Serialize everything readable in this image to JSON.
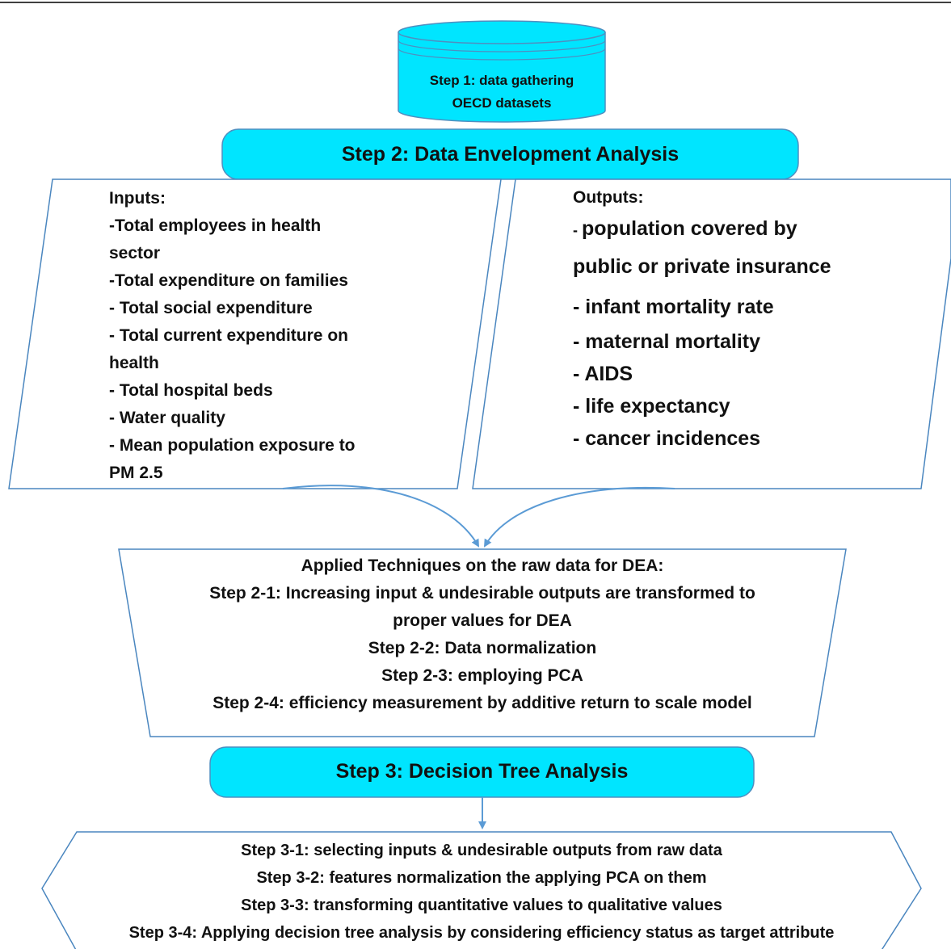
{
  "step1": {
    "line1": "Step 1: data gathering",
    "line2": "OECD datasets"
  },
  "step2": {
    "title": "Step 2: Data Envelopment Analysis"
  },
  "inputs": {
    "heading": "Inputs:",
    "lines": [
      "-Total employees in health",
      "sector",
      "-Total expenditure on families",
      "- Total social expenditure",
      "- Total current expenditure on",
      "health",
      "- Total hospital beds",
      "- Water quality",
      "-  Mean population exposure to",
      "PM 2.5"
    ]
  },
  "outputs": {
    "heading": "Outputs:",
    "prefix": "- ",
    "lines": [
      "population covered by",
      "public or private insurance",
      "- infant mortality rate",
      "- maternal mortality",
      "- AIDS",
      "-  life expectancy",
      "- cancer incidences"
    ]
  },
  "techniques": {
    "lines": [
      "Applied Techniques on the raw data for DEA:",
      "Step 2-1: Increasing input & undesirable outputs are transformed to",
      "proper values for DEA",
      "Step 2-2: Data normalization",
      "Step 2-3: employing PCA",
      "Step 2-4: efficiency measurement by additive return to scale model"
    ]
  },
  "step3": {
    "title": "Step 3: Decision Tree Analysis"
  },
  "step3_details": {
    "lines": [
      "Step 3-1: selecting inputs & undesirable outputs from raw data",
      "Step 3-2: features normalization the applying PCA on them",
      "Step 3-3: transforming quantitative values to qualitative values",
      "Step 3-4: Applying decision tree analysis by considering efficiency status as target attribute"
    ]
  },
  "colors": {
    "accent_fill": "#00e5ff",
    "accent_border": "#4f8fc0",
    "outline": "#4a86bf",
    "arrow": "#5b9bd5"
  }
}
